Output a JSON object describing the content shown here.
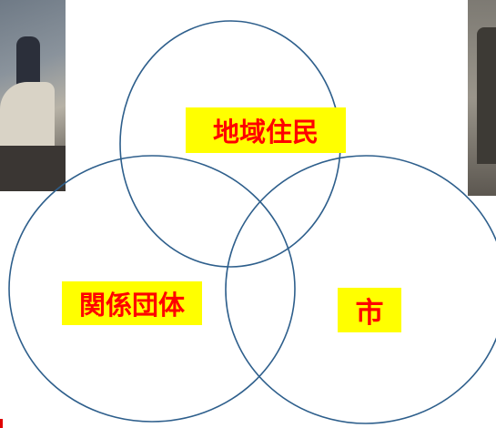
{
  "venn": {
    "sets": [
      {
        "label": "地域住民"
      },
      {
        "label": "関係団体"
      },
      {
        "label": "市"
      }
    ]
  },
  "colors": {
    "circle_stroke": "#2e5f8c",
    "label_background": "#ffff00",
    "label_text": "#ff0000"
  }
}
